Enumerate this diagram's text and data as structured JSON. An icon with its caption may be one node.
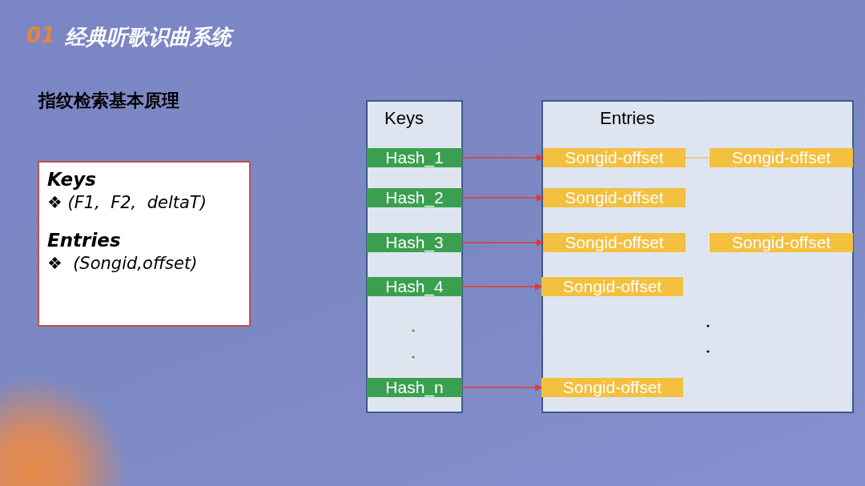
{
  "diagram": {
    "title": "经典听歌识曲系统",
    "nodes": [
      {
        "text": [
          "Keys"
        ]
      },
      {
        "text": [
          "Hash_1"
        ],
        "in": 0
      },
      {
        "text": [
          "Hash_2"
        ],
        "in": 0
      },
      {
        "text": [
          "Hash_3"
        ],
        "in": 0
      },
      {
        "text": [
          "Hash_4"
        ],
        "in": 0
      },
      {
        "text": [
          "Hash_n"
        ],
        "in": 0
      },
      {
        "text": [
          "Entries"
        ]
      },
      {
        "text": [
          "Songid-offset"
        ],
        "in": 6
      },
      {
        "text": [
          "Songid-offset"
        ],
        "in": 6
      },
      {
        "text": [
          "Songid-offset"
        ],
        "in": 6
      },
      {
        "text": [
          "Songid-offset"
        ],
        "in": 6
      },
      {
        "text": [
          "Songid-offset"
        ],
        "in": 6
      },
      {
        "text": [
          "Songid-offset"
        ],
        "in": 6
      },
      {
        "text": [
          "Songid-offset"
        ],
        "in": 6
      },
      {
        "text": [
          "Keys",
          "❖ (F1,  F2,  deltaT)",
          "Entries",
          "❖  (Songid,offset)"
        ]
      }
    ],
    "edges": [
      {
        "from": 1,
        "to": 7,
        "arrow": "to"
      },
      {
        "from": 7,
        "to": 8,
        "arrow": "none",
        "color": "#f3c03f"
      },
      {
        "from": 2,
        "to": 9,
        "arrow": "to"
      },
      {
        "from": 3,
        "to": 10,
        "arrow": "to"
      },
      {
        "from": 4,
        "to": 12,
        "arrow": "to"
      },
      {
        "from": 5,
        "to": 13,
        "arrow": "to"
      }
    ],
    "labels": [
      "01",
      "指纹检索基本原理"
    ]
  }
}
